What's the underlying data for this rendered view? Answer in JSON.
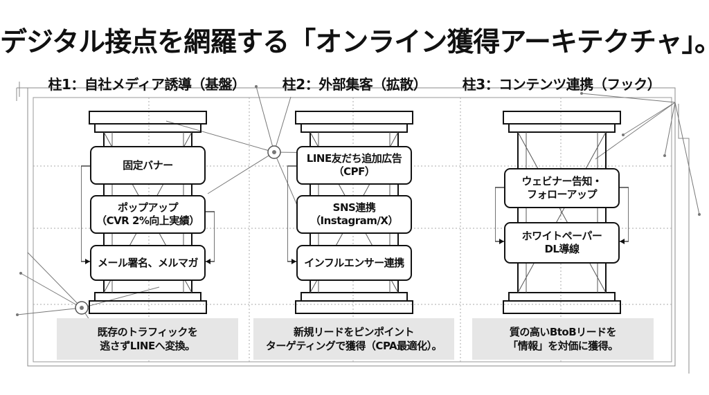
{
  "title": "デジタル接点を網羅する「オンライン獲得アーキテクチャ」。",
  "pillars": [
    {
      "title": "柱1：自社メディア誘導（基盤）",
      "items": [
        {
          "lines": [
            "固定バナー"
          ]
        },
        {
          "lines": [
            "ポップアップ",
            "（CVR 2%向上実績）"
          ]
        },
        {
          "lines": [
            "メール署名、メルマガ"
          ]
        }
      ],
      "desc": [
        "既存のトラフィックを",
        "逃さずLINEへ変換。"
      ]
    },
    {
      "title": "柱2：外部集客（拡散）",
      "items": [
        {
          "lines": [
            "LINE友だち追加広告",
            "（CPF）"
          ]
        },
        {
          "lines": [
            "SNS連携",
            "（Instagram/X）"
          ]
        },
        {
          "lines": [
            "インフルエンサー連携"
          ]
        }
      ],
      "desc": [
        "新規リードをピンポイント",
        "ターゲティングで獲得（CPA最適化）。"
      ]
    },
    {
      "title": "柱3：コンテンツ連携（フック）",
      "items": [
        {
          "lines": [
            "ウェビナー告知・",
            "フォローアップ"
          ]
        },
        {
          "lines": [
            "ホワイトペーパー",
            "DL導線"
          ]
        }
      ],
      "desc": [
        "質の高いBtoBリードを",
        "「情報」を対価に獲得。"
      ]
    }
  ]
}
